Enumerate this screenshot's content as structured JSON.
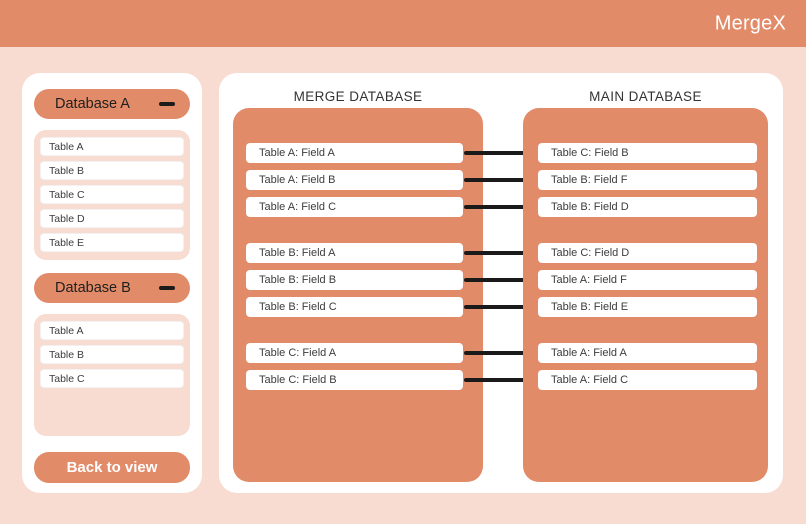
{
  "app": {
    "title": "MergeX"
  },
  "colors": {
    "accent_salmon": "#E28B68",
    "background_peach": "#F8DCD1",
    "panel_white": "#FFFFFF",
    "arrow_black": "#1A1A1A"
  },
  "sidebar": {
    "databases": [
      {
        "name": "Database A",
        "collapse_icon": "minus-icon",
        "tables": [
          "Table A",
          "Table B",
          "Table C",
          "Table D",
          "Table E"
        ]
      },
      {
        "name": "Database B",
        "collapse_icon": "minus-icon",
        "tables": [
          "Table A",
          "Table B",
          "Table C"
        ]
      }
    ],
    "back_button_label": "Back to view"
  },
  "main": {
    "merge_column": {
      "title": "MERGE DATABASE",
      "groups": [
        [
          "Table A: Field A",
          "Table A: Field B",
          "Table A: Field C"
        ],
        [
          "Table B: Field A",
          "Table B: Field B",
          "Table B: Field C"
        ],
        [
          "Table C: Field A",
          "Table C: Field B"
        ]
      ]
    },
    "main_column": {
      "title": "MAIN DATABASE",
      "groups": [
        [
          "Table C: Field B",
          "Table B: Field F",
          "Table B: Field D"
        ],
        [
          "Table C: Field D",
          "Table A: Field F",
          "Table B: Field E"
        ],
        [
          "Table A: Field A",
          "Table A: Field C"
        ]
      ]
    },
    "mappings": [
      {
        "from": "Table A: Field A",
        "to": "Table C: Field B"
      },
      {
        "from": "Table A: Field B",
        "to": "Table B: Field F"
      },
      {
        "from": "Table A: Field C",
        "to": "Table B: Field D"
      },
      {
        "from": "Table B: Field A",
        "to": "Table C: Field D"
      },
      {
        "from": "Table B: Field B",
        "to": "Table A: Field F"
      },
      {
        "from": "Table B: Field C",
        "to": "Table B: Field E"
      },
      {
        "from": "Table C: Field A",
        "to": "Table A: Field A"
      },
      {
        "from": "Table C: Field B",
        "to": "Table A: Field C"
      }
    ]
  }
}
